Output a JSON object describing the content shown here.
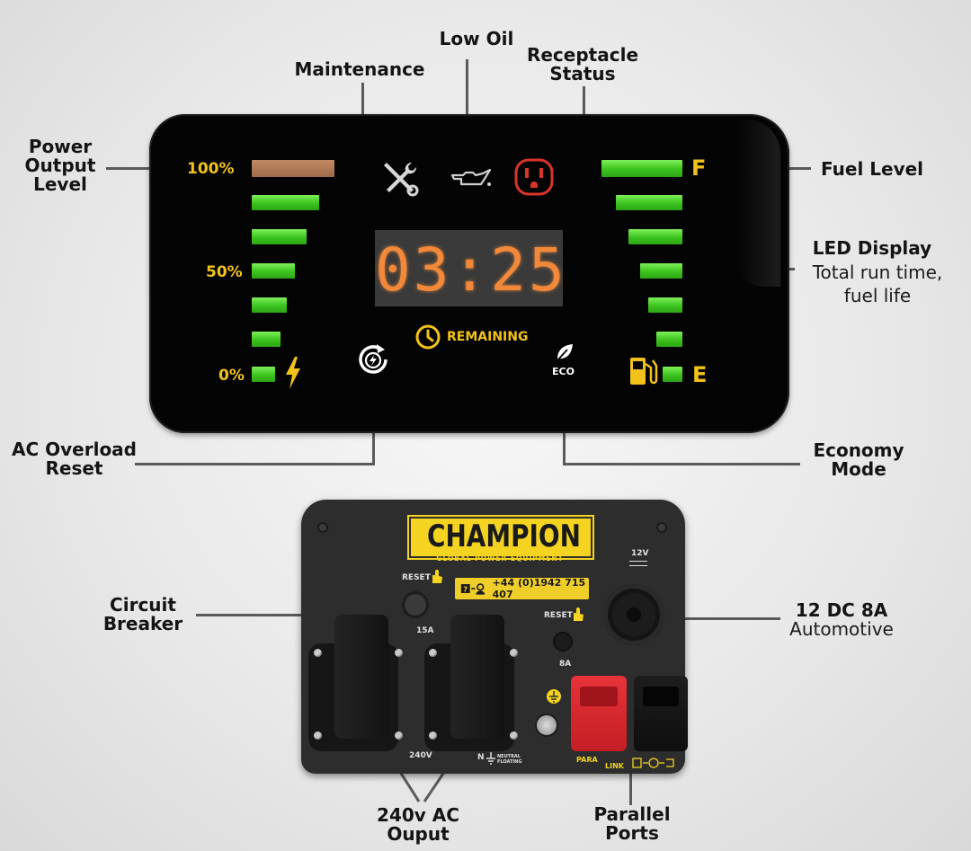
{
  "callouts": {
    "power_output_level": "Power\nOutput\nLevel",
    "maintenance": "Maintenance",
    "low_oil": "Low Oil",
    "receptacle_status": "Receptacle\nStatus",
    "fuel_level": "Fuel Level",
    "led_display_title": "LED Display",
    "led_display_sub": "Total run time,\nfuel life",
    "ac_overload_reset": "AC Overload\nReset",
    "economy_mode": "Economy\nMode",
    "circuit_breaker": "Circuit\nBreaker",
    "dc_title": "12 DC 8A",
    "dc_sub": "Automotive",
    "ac_output": "240v AC\nOuput",
    "parallel_ports": "Parallel\nPorts"
  },
  "display": {
    "power_labels": {
      "top": "100%",
      "mid": "50%",
      "bottom": "0%"
    },
    "fuel_labels": {
      "full": "F",
      "empty": "E"
    },
    "led_time": "03:25",
    "remaining": "REMAINING",
    "eco": "ECO",
    "power_level_fraction": 1.0,
    "fuel_level_fraction": 1.0
  },
  "control_panel": {
    "brand": "CHAMPION",
    "tagline": "GLOBAL POWER EQUIPMENT",
    "phone": "+44 (0)1942 715 407",
    "reset_left": "RESET",
    "reset_right": "RESET",
    "breaker_rating": "15A",
    "dc_breaker_rating": "8A",
    "dc_voltage": "12V",
    "ac_voltage": "240V",
    "neutral": "N",
    "neutral_note": "NEUTRAL\nFLOATING",
    "parallel_brand_1": "PARA",
    "parallel_brand_2": "LINK"
  },
  "colors": {
    "indicator_yellow": "#f2c21b",
    "bar_green": "#3cc31e",
    "led_orange": "#f2883a",
    "receptacle_red": "#d9342b",
    "brand_yellow": "#f4d321",
    "parallel_red": "#d9252a"
  }
}
